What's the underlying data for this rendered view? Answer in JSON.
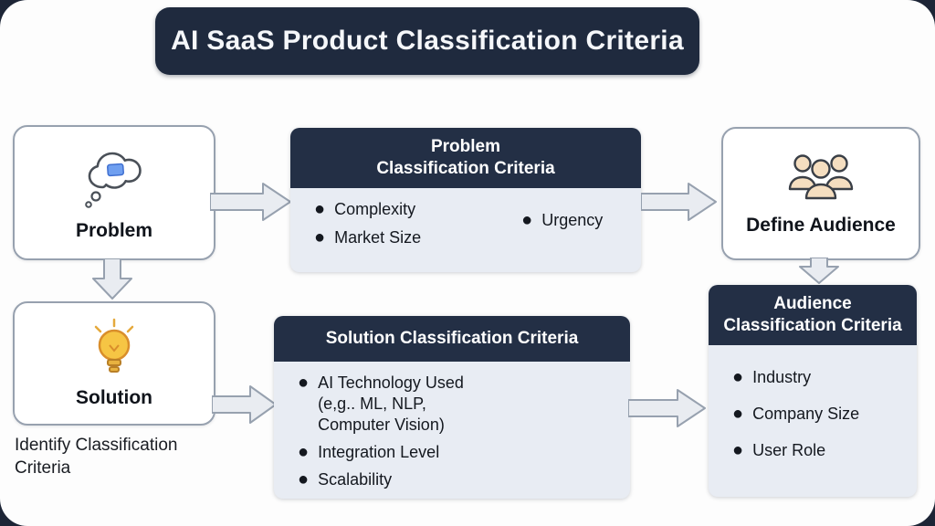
{
  "title": "AI SaaS Product Classification Criteria",
  "nodes": {
    "problem": {
      "label": "Problem"
    },
    "solution": {
      "label": "Solution"
    },
    "define_audience": {
      "label": "Define Audience"
    }
  },
  "cards": {
    "problem_criteria": {
      "header_line1": "Problem",
      "header_line2": "Classification Criteria",
      "items_col1": [
        "Complexity",
        "Market Size"
      ],
      "items_col2": [
        "Urgency"
      ]
    },
    "solution_criteria": {
      "header": "Solution Classification Criteria",
      "items": [
        "AI Technology Used\n(e,g.. ML, NLP,\nComputer Vision)",
        "Integration Level",
        "Scalability"
      ]
    },
    "audience_criteria": {
      "header_line1": "Audience",
      "header_line2": "Classification Criteria",
      "items": [
        "Industry",
        "Company Size",
        "User Role"
      ]
    }
  },
  "caption": "Identify Classification\nCriteria",
  "icons": {
    "problem": "thought-bubble-icon",
    "solution": "lightbulb-icon",
    "audience": "people-group-icon"
  },
  "colors": {
    "background": "#1d2536",
    "sheet": "#fdfdfd",
    "header_navy": "#232f45",
    "title_navy": "#1f2a3e",
    "card_body": "#e8ecf3",
    "node_border": "#97a1af",
    "arrow_fill": "#e9ecf1",
    "arrow_stroke": "#97a1af",
    "bulb_yellow": "#f6c544",
    "people_tan": "#f5dec0",
    "thought_blue": "#6f9ff0"
  }
}
